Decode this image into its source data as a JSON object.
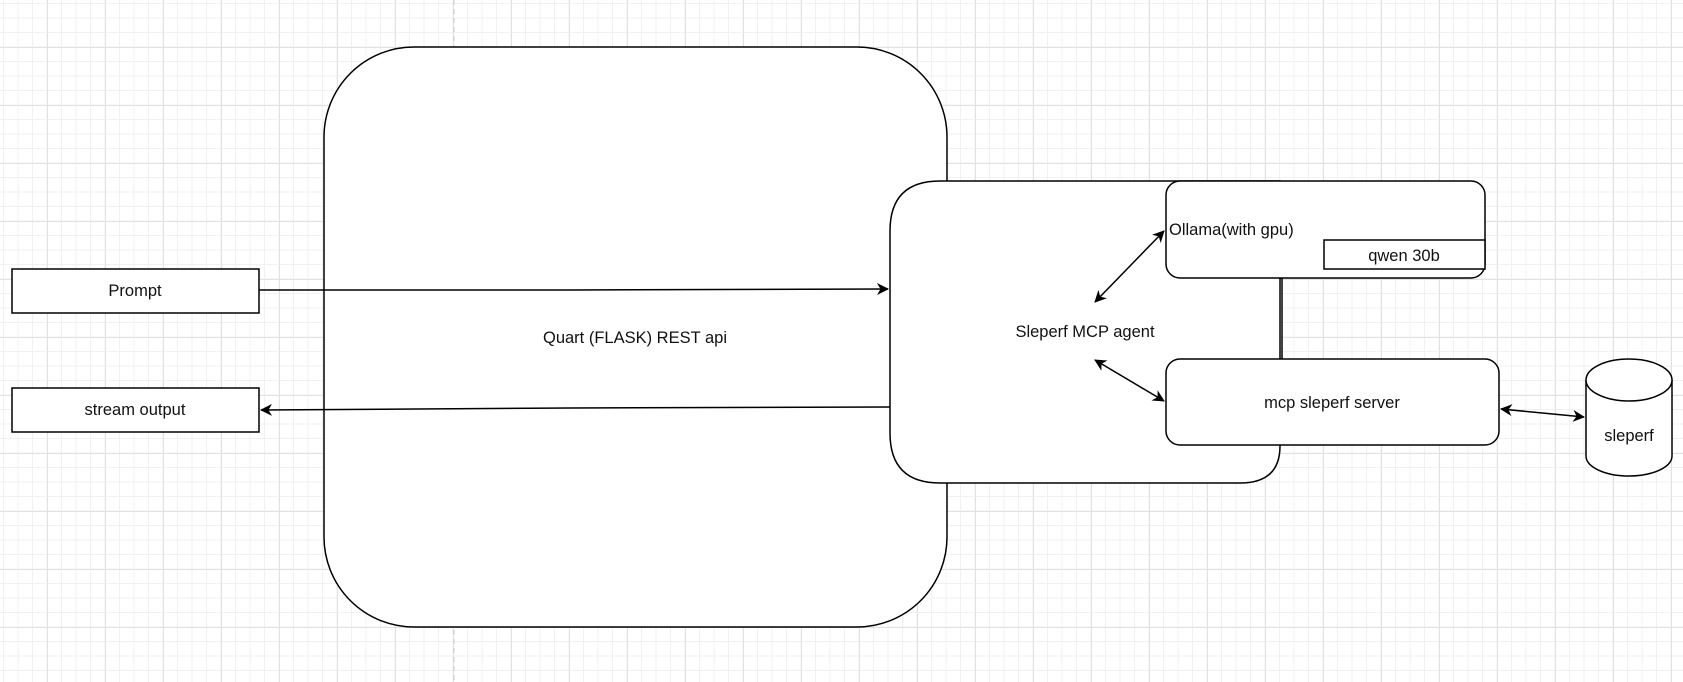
{
  "diagram": {
    "nodes": {
      "prompt": {
        "label": "Prompt",
        "shape": "rectangle"
      },
      "stream_output": {
        "label": "stream output",
        "shape": "rectangle"
      },
      "rest_api": {
        "label": "Quart (FLASK) REST api",
        "shape": "rounded-rectangle"
      },
      "agent": {
        "label": "Sleperf MCP agent",
        "shape": "rounded-rectangle"
      },
      "ollama": {
        "label": "Ollama(with gpu)",
        "shape": "rounded-rectangle"
      },
      "model": {
        "label": "qwen 30b",
        "shape": "rectangle"
      },
      "mcp_server": {
        "label": "mcp sleperf server",
        "shape": "rounded-rectangle"
      },
      "database": {
        "label": "sleperf",
        "shape": "cylinder"
      }
    },
    "edges": [
      {
        "from": "Prompt",
        "to": "Sleperf MCP agent",
        "direction": "forward"
      },
      {
        "from": "Sleperf MCP agent",
        "to": "stream output",
        "direction": "forward"
      },
      {
        "from": "Sleperf MCP agent",
        "to": "Ollama(with gpu)",
        "direction": "both"
      },
      {
        "from": "Sleperf MCP agent",
        "to": "mcp sleperf server",
        "direction": "both"
      },
      {
        "from": "Ollama(with gpu)",
        "to": "mcp sleperf server",
        "direction": "none"
      },
      {
        "from": "mcp sleperf server",
        "to": "sleperf",
        "direction": "both"
      }
    ],
    "colors": {
      "stroke": "#000000",
      "fill": "#ffffff",
      "grid_major": "#e2e2e2",
      "grid_minor": "#f1f1f1",
      "page_break": "#c8c8c8"
    }
  }
}
